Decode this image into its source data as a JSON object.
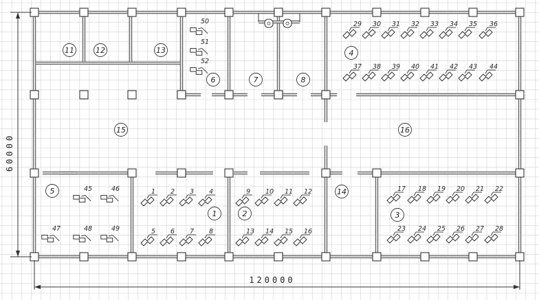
{
  "dimensions": {
    "width_label": "120000",
    "height_label": "60000"
  },
  "rooms": [
    "1",
    "2",
    "3",
    "4",
    "5",
    "6",
    "7",
    "8",
    "11",
    "12",
    "13",
    "14",
    "15",
    "16"
  ],
  "workstations": [
    "1",
    "2",
    "3",
    "4",
    "5",
    "6",
    "7",
    "8",
    "9",
    "10",
    "11",
    "12",
    "13",
    "14",
    "15",
    "16",
    "17",
    "18",
    "19",
    "20",
    "21",
    "22",
    "23",
    "24",
    "25",
    "26",
    "27",
    "28",
    "29",
    "30",
    "31",
    "32",
    "33",
    "34",
    "35",
    "36",
    "37",
    "38",
    "39",
    "40",
    "41",
    "42",
    "43",
    "44",
    "45",
    "46",
    "47",
    "48",
    "49",
    "50",
    "51",
    "52"
  ],
  "devices": [
    "switch",
    "modem"
  ]
}
